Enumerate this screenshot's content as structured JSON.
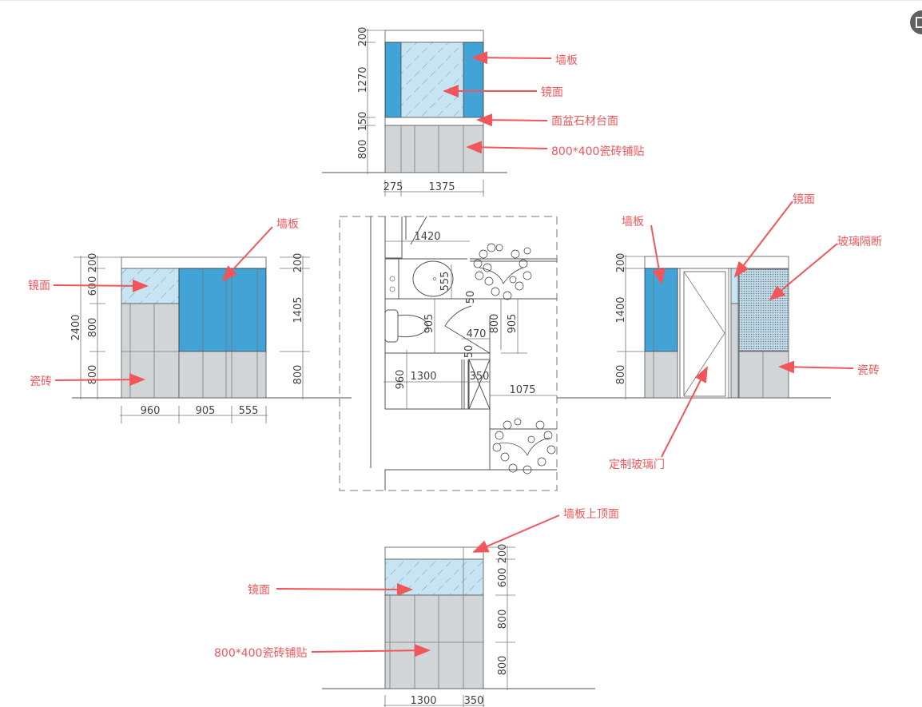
{
  "colors": {
    "wall_panel": "#42a4d6",
    "mirror": "#c6e4f1",
    "tile": "#d2d5d8",
    "annotation": "#f0565a"
  },
  "top_elevation": {
    "dims_vertical": [
      "200",
      "1270",
      "150",
      "800"
    ],
    "dims_horizontal": [
      "275",
      "1375"
    ],
    "labels": {
      "wall_panel": "墙板",
      "mirror": "镜面",
      "counter": "面盆石材台面",
      "tile": "800*400瓷砖铺贴"
    }
  },
  "left_elevation": {
    "dims_total": "2400",
    "dims_left": [
      "200",
      "600",
      "800",
      "800"
    ],
    "dims_right": [
      "200",
      "1405",
      "800"
    ],
    "dims_horizontal": [
      "960",
      "905",
      "555"
    ],
    "labels": {
      "wall_panel": "墙板",
      "mirror": "镜面",
      "tile": "瓷砖"
    }
  },
  "right_elevation": {
    "dims_vertical": [
      "200",
      "1400",
      "800"
    ],
    "labels": {
      "wall_panel": "墙板",
      "mirror": "镜面",
      "glass_partition": "玻璃隔断",
      "tile": "瓷砖",
      "glass_door": "定制玻璃门"
    }
  },
  "bottom_elevation": {
    "dims_vertical": [
      "200",
      "600",
      "800",
      "800"
    ],
    "dims_horizontal": [
      "1300",
      "350"
    ],
    "labels": {
      "panel_top": "墙板上顶面",
      "mirror": "镜面",
      "tile": "800*400瓷砖铺贴"
    }
  },
  "floor_plan": {
    "dims": {
      "d1420": "1420",
      "d555": "555",
      "d905a": "905",
      "d470": "470",
      "d800": "800",
      "d905b": "905",
      "d50a": "50",
      "d50b": "50",
      "d960": "960",
      "d1300": "1300",
      "d350": "350",
      "d1075": "1075"
    }
  },
  "toolbar": {
    "fullscreen_icon": "fullscreen-icon"
  }
}
